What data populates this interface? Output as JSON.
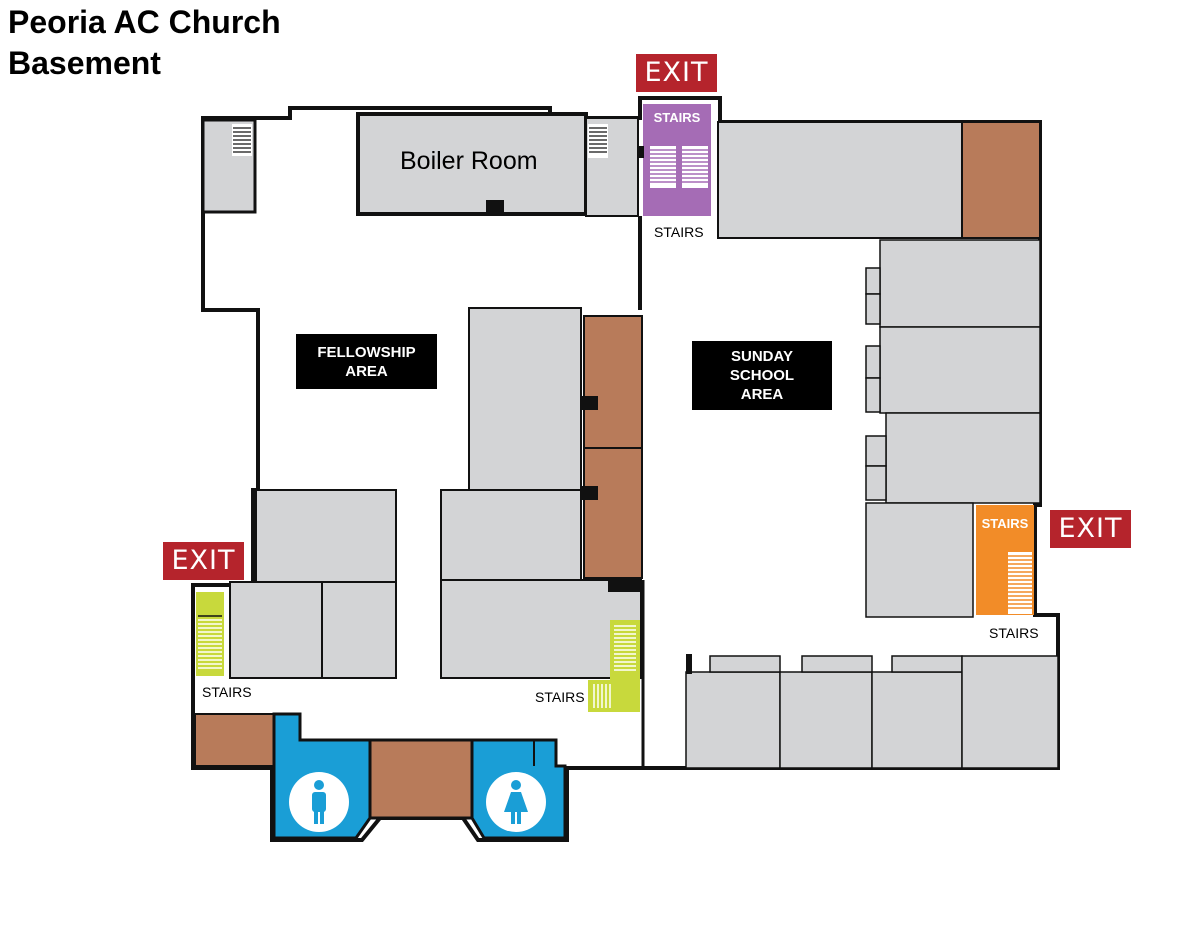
{
  "title": {
    "line1": "Peoria AC Church",
    "line2": "Basement"
  },
  "exits": {
    "top": "EXIT",
    "right": "EXIT",
    "left": "EXIT"
  },
  "areas": {
    "fellowship": [
      "FELLOWSHIP",
      "AREA"
    ],
    "sunday_school": [
      "SUNDAY",
      "SCHOOL",
      "AREA"
    ],
    "boiler_room": "Boiler Room"
  },
  "stairs": {
    "inner_label": "STAIRS",
    "outer_label": "STAIRS",
    "colors": {
      "purple": "#a56cb5",
      "orange": "#f28c28",
      "green": "#c8d93c"
    }
  },
  "colors": {
    "room_gray": "#d3d4d6",
    "room_brown": "#b87b5a",
    "restroom_blue": "#1a9ed6",
    "wall": "#111111",
    "exit_red": "#b5242c"
  },
  "restrooms": {
    "men_icon": "man-icon",
    "women_icon": "woman-icon"
  }
}
